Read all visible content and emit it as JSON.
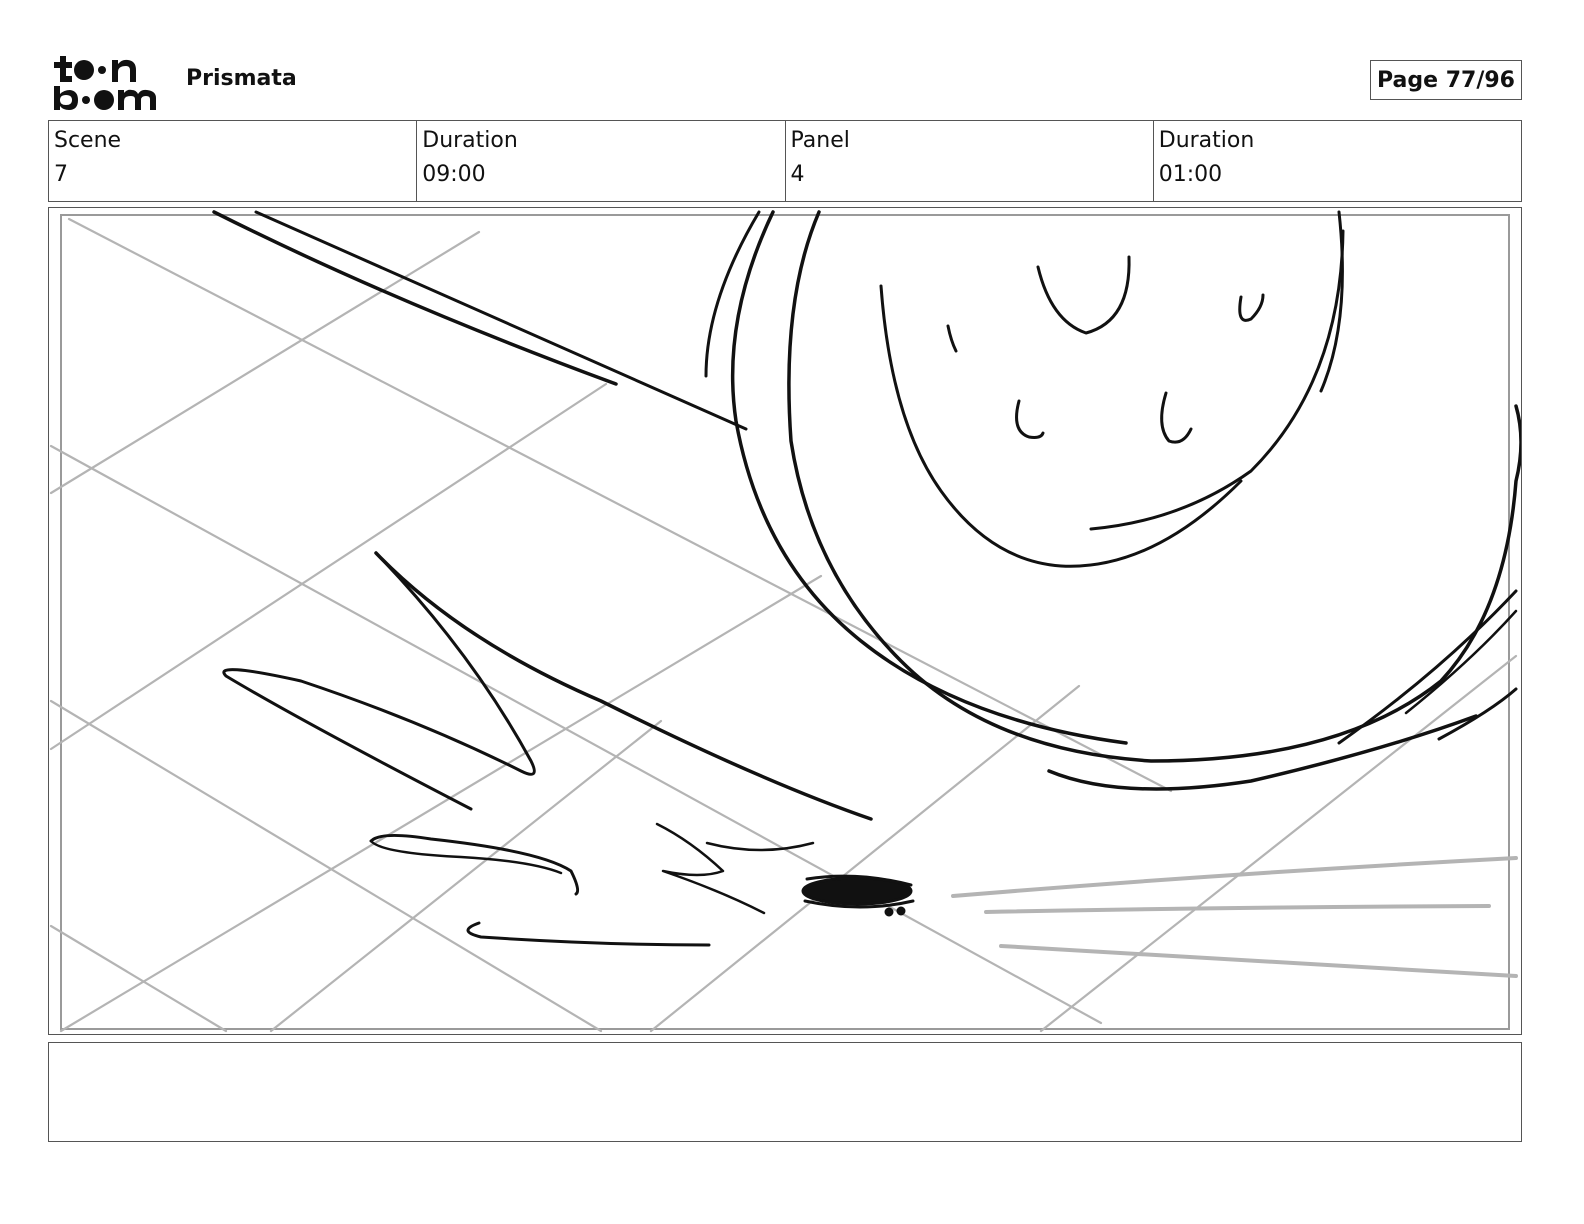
{
  "header": {
    "logo_text": "toon boom",
    "project_title": "Prismata",
    "page_label": "Page 77/96"
  },
  "info": {
    "scene_label": "Scene",
    "scene_value": "7",
    "scene_duration_label": "Duration",
    "scene_duration_value": "09:00",
    "panel_label": "Panel",
    "panel_value": "4",
    "panel_duration_label": "Duration",
    "panel_duration_value": "01:00"
  },
  "notes": {
    "text": ""
  },
  "colors": {
    "ink": "#111111",
    "grid": "#b4b4b4",
    "border": "#555555"
  }
}
